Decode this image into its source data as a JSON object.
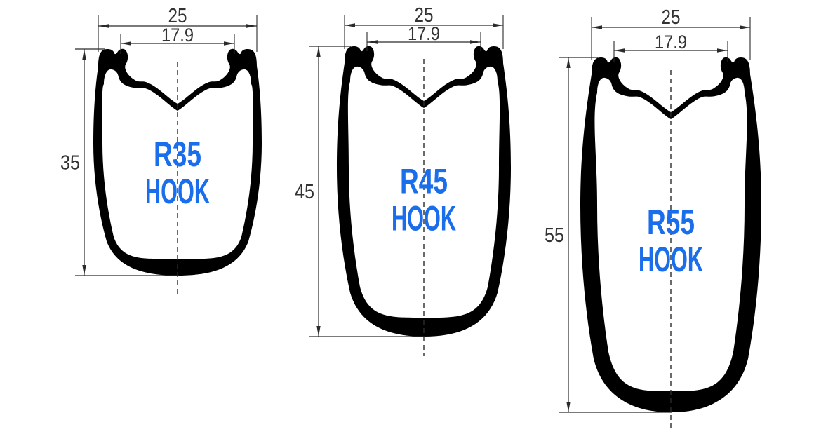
{
  "diagram": {
    "type": "technical-drawing",
    "subject": "Carbon road bike rim cross-section profiles with hooked bead",
    "units": "mm",
    "accent_color": "#1a6deb",
    "line_color": "#2a2a2a",
    "shape_color": "#000000",
    "rims": [
      {
        "name": "R35 HOOK",
        "label_line1": "R35",
        "label_line2": "HOOK",
        "outer_width": "25",
        "inner_width": "17.9",
        "depth": "35"
      },
      {
        "name": "R45 HOOK",
        "label_line1": "R45",
        "label_line2": "HOOK",
        "outer_width": "25",
        "inner_width": "17.9",
        "depth": "45"
      },
      {
        "name": "R55 HOOK",
        "label_line1": "R55",
        "label_line2": "HOOK",
        "outer_width": "25",
        "inner_width": "17.9",
        "depth": "55"
      }
    ]
  }
}
